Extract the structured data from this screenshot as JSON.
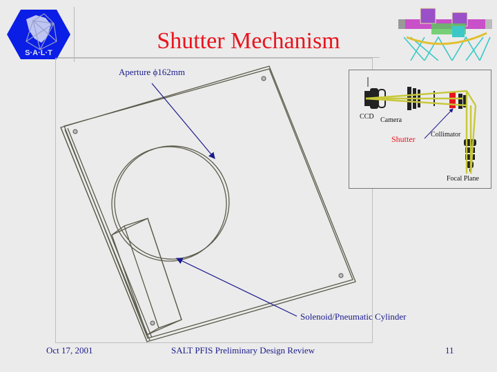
{
  "slide": {
    "title": "Shutter Mechanism",
    "title_color": "#e8141e",
    "background": "#ebebeb"
  },
  "logos": {
    "left": {
      "name": "SALT logo",
      "text": "S·A·L·T",
      "color": "#0a1ee6"
    },
    "right": {
      "name": "telescope structure render"
    }
  },
  "drawing": {
    "callouts": {
      "aperture": "Aperture ϕ162mm",
      "cylinder": "Solenoid/Pneumatic Cylinder"
    }
  },
  "inset": {
    "labels": {
      "ccd": "CCD",
      "camera": "Camera",
      "collimator": "Collimator",
      "shutter": "Shutter",
      "focal_plane": "Focal Plane"
    },
    "shutter_color": "#e8141e",
    "beam_color": "#c8c83a"
  },
  "footer": {
    "date": "Oct 17, 2001",
    "center": "SALT PFIS Preliminary Design Review",
    "page": "11"
  }
}
